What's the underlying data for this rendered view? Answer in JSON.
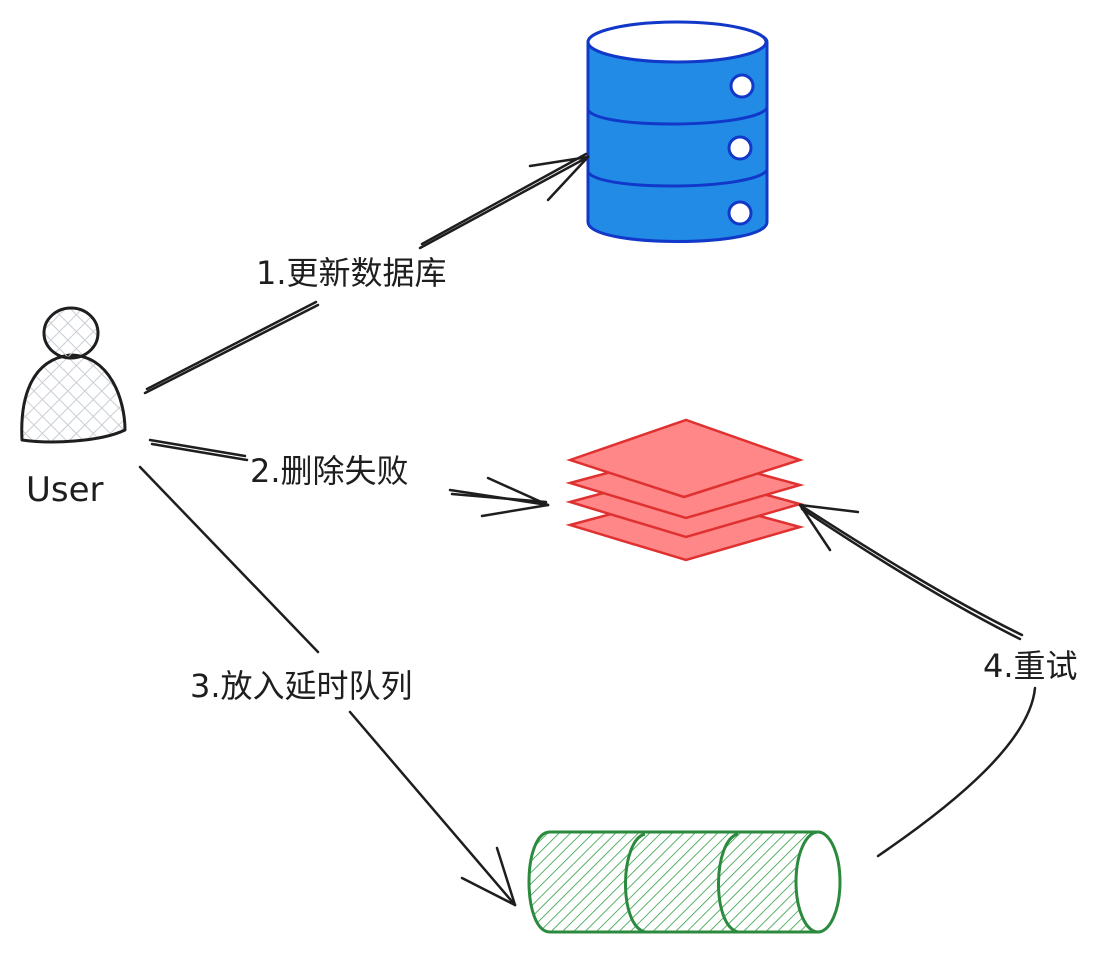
{
  "actor": {
    "label": "User"
  },
  "edges": [
    {
      "label": "1.更新数据库"
    },
    {
      "label": "2.删除失败"
    },
    {
      "label": "3.放入延时队列"
    },
    {
      "label": "4.重试"
    }
  ],
  "colors": {
    "stroke": "#1e1e1e",
    "database_fill": "#228be6",
    "database_stroke": "#1138c8",
    "cache_fill": "#ff8787",
    "cache_stroke": "#e03131",
    "queue_hatch": "#2f9e44",
    "queue_stroke": "#2b8a3e",
    "user_hatch": "#ced4da"
  }
}
